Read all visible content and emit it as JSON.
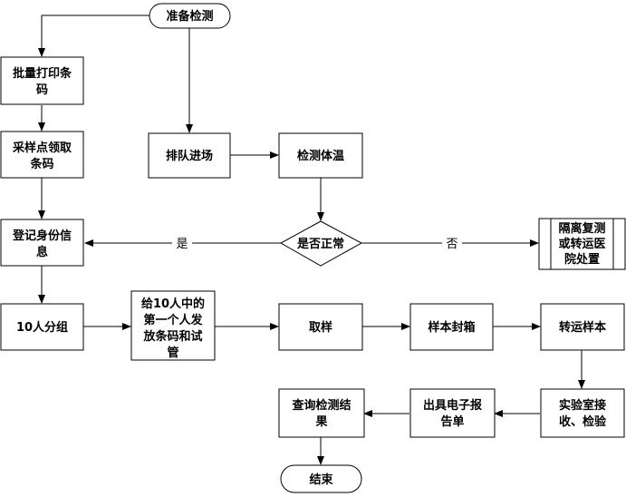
{
  "nodes": {
    "start": "准备检测",
    "batch_print": [
      "批量打印条",
      "码"
    ],
    "collect": [
      "采样点领取",
      "条码"
    ],
    "register": [
      "登记身份信",
      "息"
    ],
    "group10": "10人分组",
    "give_first": [
      "给10人中的",
      "第一个人发",
      "放条码和试",
      "管"
    ],
    "queue": "排队进场",
    "temp": "检测体温",
    "normal_check": "是否正常",
    "isolate": [
      "隔离复测",
      "或转运医",
      "院处置"
    ],
    "sampling": "取样",
    "seal": "样本封箱",
    "transport": "转运样本",
    "lab": [
      "实验室接",
      "收、检验"
    ],
    "report": [
      "出具电子报",
      "告单"
    ],
    "query": [
      "查询检测结",
      "果"
    ],
    "end": "结束"
  },
  "edges": {
    "yes": "是",
    "no": "否"
  }
}
